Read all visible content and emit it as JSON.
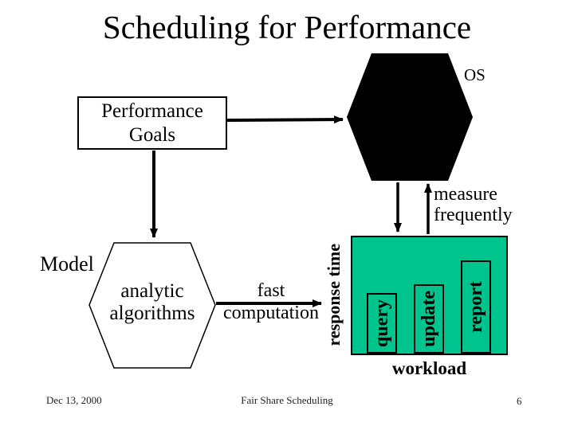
{
  "slide": {
    "title": "Scheduling for Performance",
    "footer": {
      "date": "Dec 13, 2000",
      "title": "Fair Share Scheduling",
      "page": "6"
    }
  },
  "diagram": {
    "os": {
      "label": "OS",
      "shape": "hexagon",
      "fill": "#000000"
    },
    "performance_goals": {
      "label": "Performance Goals"
    },
    "model": {
      "label": "Model",
      "hexagon_text": "analytic algorithms",
      "shape": "hexagon"
    },
    "annotations": {
      "measure_frequently": "measure frequently",
      "fast_computation": "fast computation"
    },
    "chart": {
      "type": "bar",
      "y_axis_label": "response time",
      "x_axis_label": "workload",
      "background": "#00C48E",
      "bar_fill": "#FFFF00",
      "bars": [
        {
          "label": "query",
          "relative_height": 76
        },
        {
          "label": "update",
          "relative_height": 87
        },
        {
          "label": "report",
          "relative_height": 117
        }
      ]
    }
  }
}
